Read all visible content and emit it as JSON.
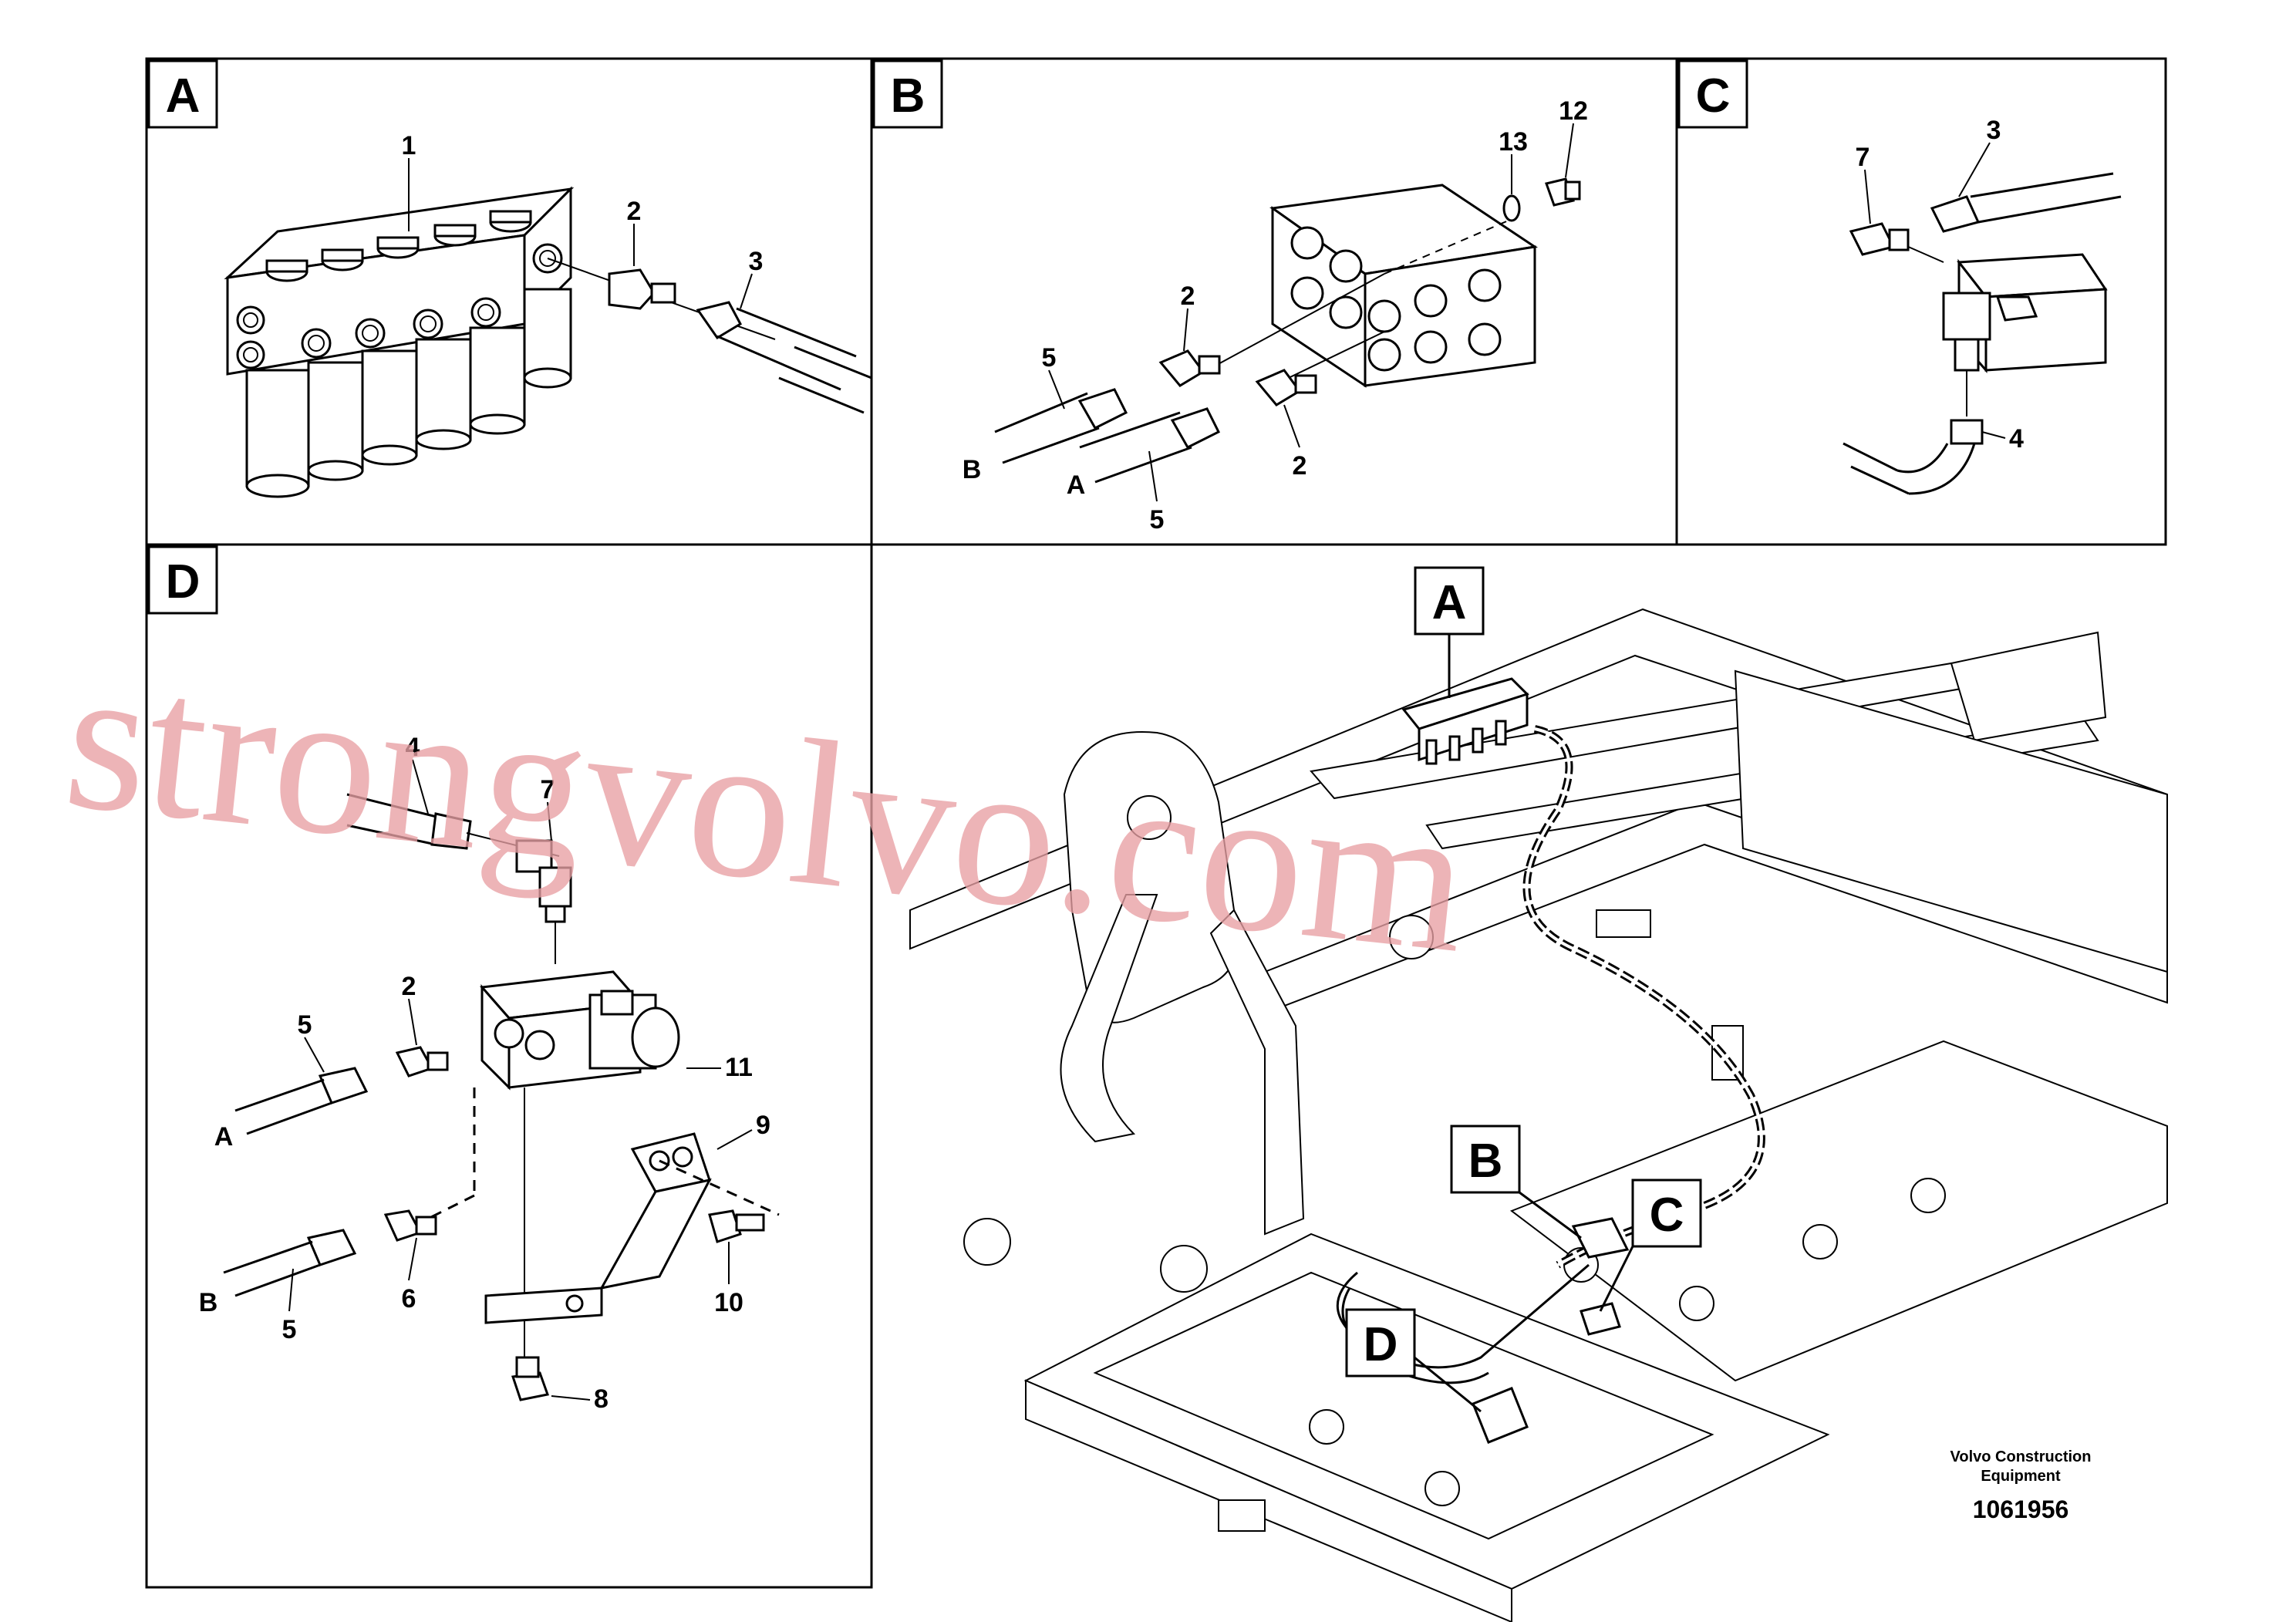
{
  "panels": {
    "A": {
      "tag": "A",
      "callouts": {
        "c1": "1",
        "c2": "2",
        "c3": "3"
      }
    },
    "B": {
      "tag": "B",
      "callouts": {
        "c13": "13",
        "c12": "12",
        "c2a": "2",
        "c2b": "2",
        "c5a": "5",
        "c5b": "5",
        "pB": "B",
        "pA": "A"
      }
    },
    "C": {
      "tag": "C",
      "callouts": {
        "c7": "7",
        "c3": "3",
        "c4": "4"
      }
    },
    "D": {
      "tag": "D",
      "callouts": {
        "c4": "4",
        "c7": "7",
        "c2": "2",
        "c5a": "5",
        "c11": "11",
        "pA": "A",
        "c9": "9",
        "pB": "B",
        "c6": "6",
        "c5b": "5",
        "c10": "10",
        "c8": "8"
      }
    }
  },
  "overview": {
    "tagA": "A",
    "tagB": "B",
    "tagC": "C",
    "tagD": "D"
  },
  "footer": {
    "company_line1": "Volvo Construction",
    "company_line2": "Equipment",
    "document_number": "1061956"
  },
  "watermark": "strongvolvo.com"
}
